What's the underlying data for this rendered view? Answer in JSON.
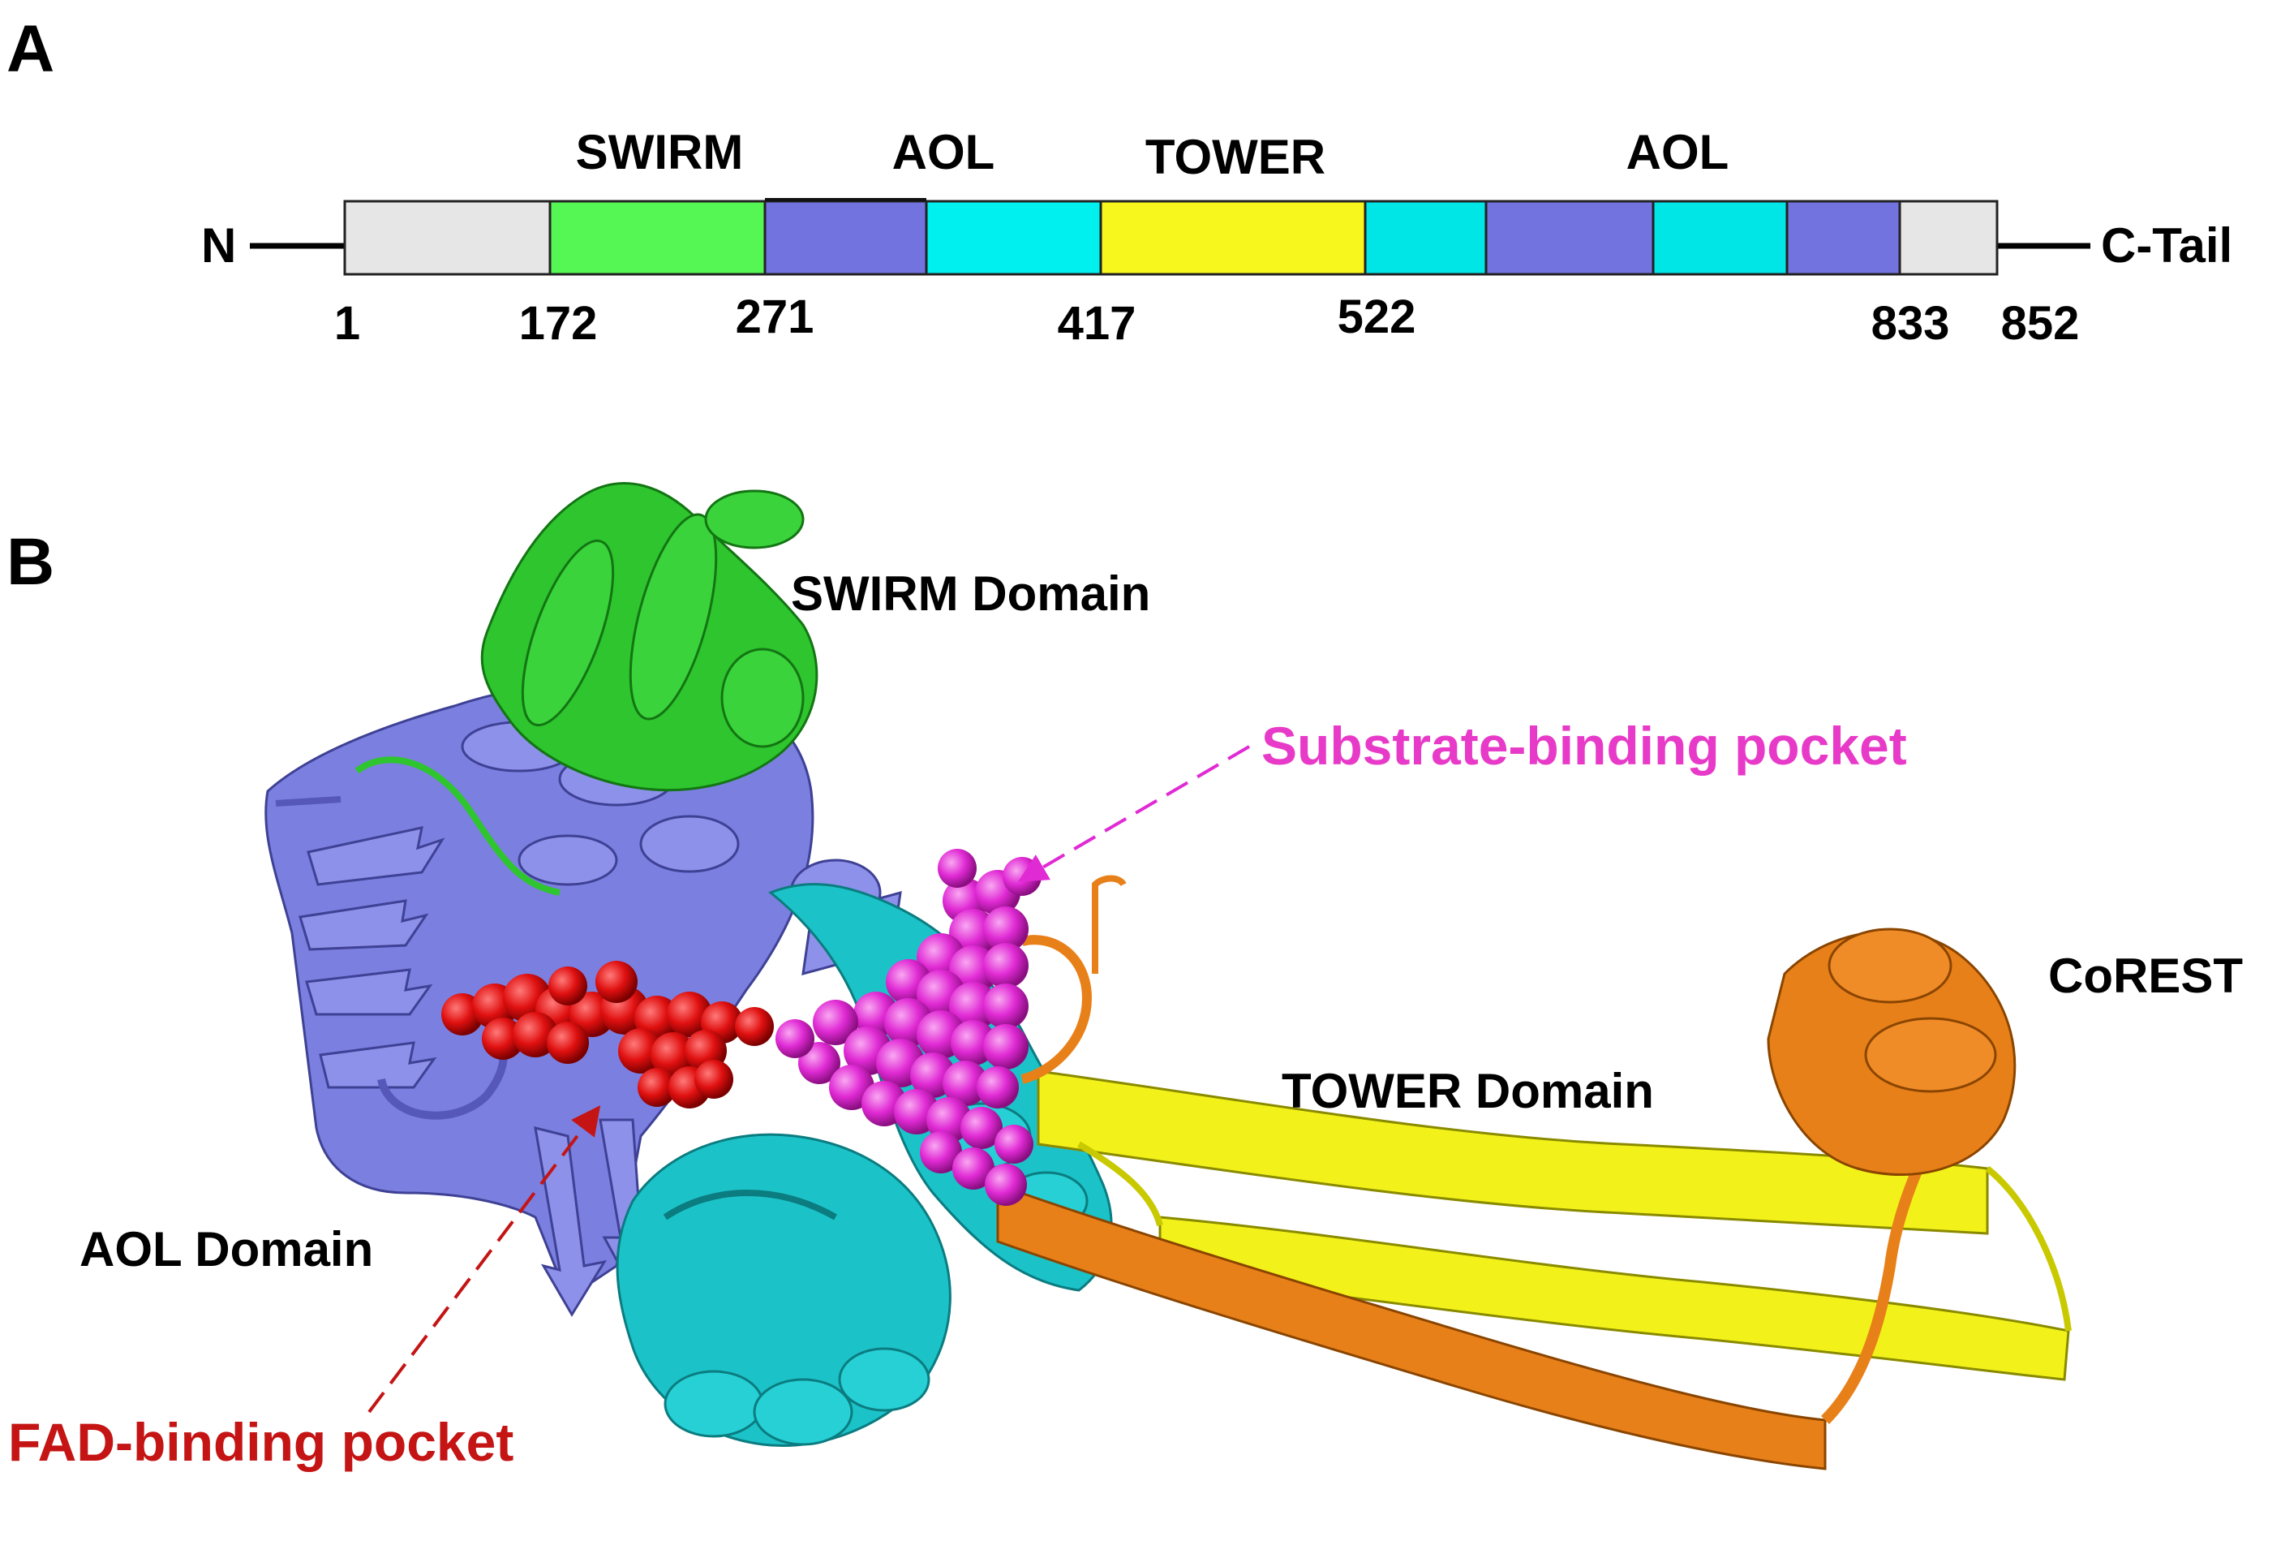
{
  "panel_a": {
    "letter": "A",
    "n_terminus": "N",
    "c_terminus": "C-Tail",
    "domain_labels": [
      "SWIRM",
      "AOL",
      "TOWER",
      "AOL"
    ],
    "segments": [
      {
        "name": "n-term-region",
        "color": "#e6e6e6"
      },
      {
        "name": "swirm",
        "color": "#55f755"
      },
      {
        "name": "aol-1",
        "color": "#7373e0"
      },
      {
        "name": "aol-cyan-1",
        "color": "#00efef"
      },
      {
        "name": "tower",
        "color": "#f7f71e"
      },
      {
        "name": "aol-cyan-2",
        "color": "#00e6e6"
      },
      {
        "name": "aol-2",
        "color": "#7373e0"
      },
      {
        "name": "aol-cyan-3",
        "color": "#00e6e6"
      },
      {
        "name": "aol-3",
        "color": "#7373e0"
      },
      {
        "name": "c-term-region",
        "color": "#e6e6e6"
      }
    ],
    "positions": [
      "1",
      "172",
      "271",
      "417",
      "522",
      "833",
      "852"
    ]
  },
  "panel_b": {
    "letter": "B",
    "swirm_label": "SWIRM Domain",
    "substrate_label": "Substrate-binding pocket",
    "corest_label": "CoREST",
    "tower_label": "TOWER Domain",
    "aol_label": "AOL Domain",
    "fad_label": "FAD-binding pocket",
    "colors": {
      "swirm": "#2ec52e",
      "aol": "#7b7fe0",
      "aol_cyan": "#1bc3c8",
      "tower": "#f2f21a",
      "corest": "#e8801a",
      "fad": "#e01010",
      "substrate": "#e02ad4",
      "substrate_text": "#e83ac8",
      "fad_text": "#c41414"
    }
  }
}
